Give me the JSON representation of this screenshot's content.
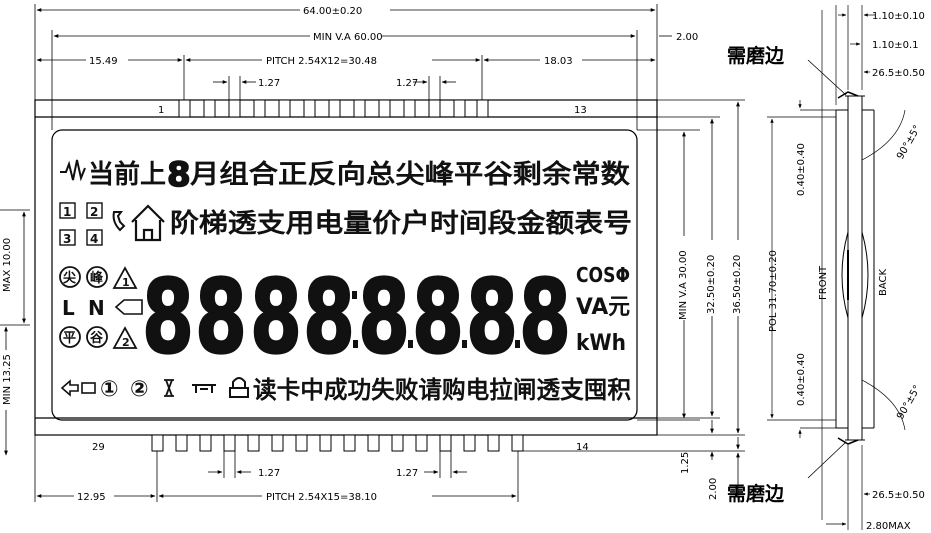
{
  "dimensions": {
    "top_overall": "64.00±0.20",
    "top_view_area": "MIN V.A 60.00",
    "top_right_gap": "2.00",
    "top_left_offset": "15.49",
    "top_pitch": "PITCH 2.54X12=30.48",
    "top_right_offset": "18.03",
    "top_pin_spacing_left": "1.27",
    "top_pin_spacing_right": "1.27",
    "left_max": "MAX 10.00",
    "left_min": "MIN 13.25",
    "right_view_area": "MIN V.A 30.00",
    "right_height_inner": "32.50±0.20",
    "right_height_outer": "36.50±0.20",
    "right_gap_small": "1.25",
    "right_gap_large": "2.00",
    "bottom_pin_spacing_left": "1.27",
    "bottom_pin_spacing_right": "1.27",
    "bottom_left_offset": "12.95",
    "bottom_pitch": "PITCH 2.54X15=38.10"
  },
  "pins": {
    "top_first": "1",
    "top_last": "13",
    "bottom_first": "29",
    "bottom_last": "14"
  },
  "lcd": {
    "row1_prefix": "当前上",
    "row1_digit": "8",
    "row1_text": "月组合正反向总尖峰平谷剩余常数",
    "row2_text": "阶梯透支用电量价户时间段金额表号",
    "quadrants": [
      "1",
      "2",
      "3",
      "4"
    ],
    "tariff_top": "尖",
    "tariff_top2": "峰",
    "tariff_bottom": "平",
    "tariff_bottom2": "谷",
    "warn_1": "1",
    "warn_2": "2",
    "phase_l": "L",
    "phase_n": "N",
    "digits": [
      "8",
      "8",
      "8",
      "8",
      "8",
      "8",
      "8",
      "8"
    ],
    "unit_cos": "COSΦ",
    "unit_va": "VA元",
    "unit_kwh": "kWh",
    "circle_1": "①",
    "circle_2": "②",
    "row4_text": "读卡中成功失败请购电拉闸透支囤积"
  },
  "side_view": {
    "top_thickness": "1.10±0.10",
    "top_thickness2": "1.10±0.1",
    "top_width": "26.5±0.50",
    "note_top": "需磨边",
    "note_bottom": "需磨边",
    "angle_top": "90°±5°",
    "angle_bottom": "90°±5°",
    "offset_top": "0.40±0.40",
    "offset_bottom": "0.40±0.40",
    "pol": "POL 31.70±0.20",
    "front": "FRONT",
    "back": "BACK",
    "bottom_width": "26.5±0.50",
    "bottom_max": "2.80MAX"
  }
}
